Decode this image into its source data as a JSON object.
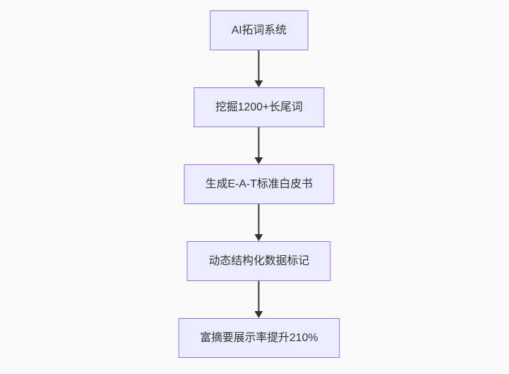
{
  "diagram": {
    "type": "flowchart",
    "direction": "top-down",
    "background_color": "#fafafa",
    "node_style": {
      "fill": "#ECECFF",
      "border": "#9370DB",
      "text_color": "#333333"
    },
    "arrow_color": "#333333",
    "nodes": [
      {
        "id": "A",
        "label": "AI拓词系统"
      },
      {
        "id": "B",
        "label": "挖掘1200+长尾词"
      },
      {
        "id": "C",
        "label": "生成E-A-T标准白皮书"
      },
      {
        "id": "D",
        "label": "动态结构化数据标记"
      },
      {
        "id": "E",
        "label": "富摘要展示率提升210%"
      }
    ],
    "edges": [
      {
        "from": "A",
        "to": "B"
      },
      {
        "from": "B",
        "to": "C"
      },
      {
        "from": "C",
        "to": "D"
      },
      {
        "from": "D",
        "to": "E"
      }
    ]
  }
}
